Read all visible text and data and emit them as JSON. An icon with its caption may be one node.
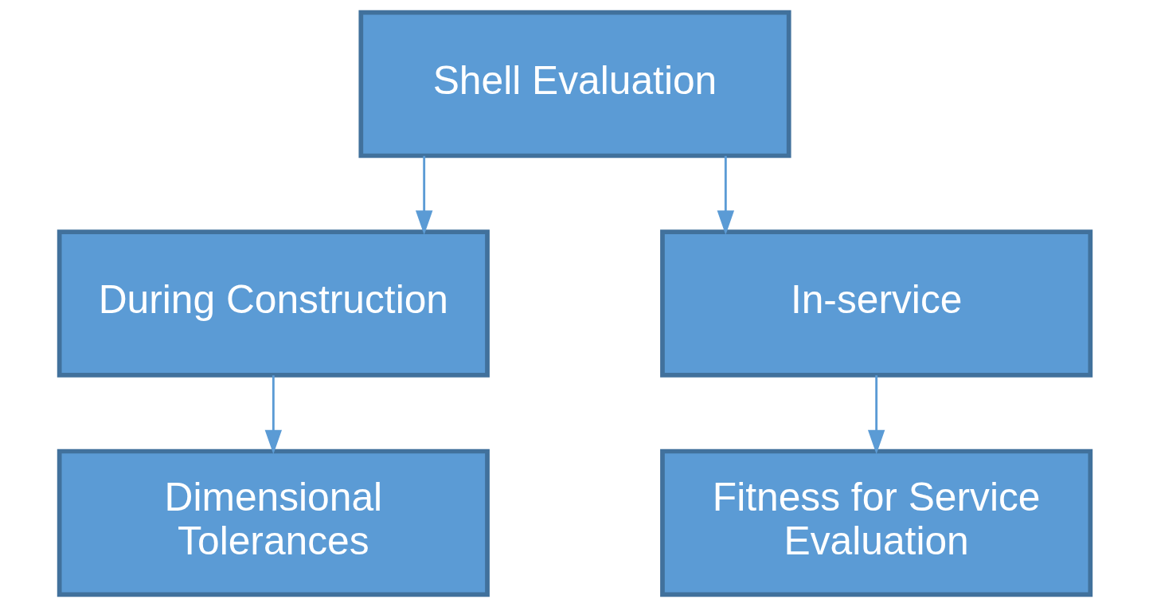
{
  "diagram": {
    "nodes": [
      {
        "text": [
          "Shell Evaluation"
        ]
      },
      {
        "text": [
          "During Construction"
        ]
      },
      {
        "text": [
          "In-service"
        ]
      },
      {
        "text": [
          "Dimensional Tolerances"
        ]
      },
      {
        "text": [
          "Fitness for Service Evaluation"
        ]
      }
    ],
    "edges": [
      {
        "from": 0,
        "to": 1,
        "arrow": "to"
      },
      {
        "from": 0,
        "to": 2,
        "arrow": "to"
      },
      {
        "from": 1,
        "to": 3,
        "arrow": "to"
      },
      {
        "from": 2,
        "to": 4,
        "arrow": "to"
      }
    ]
  }
}
